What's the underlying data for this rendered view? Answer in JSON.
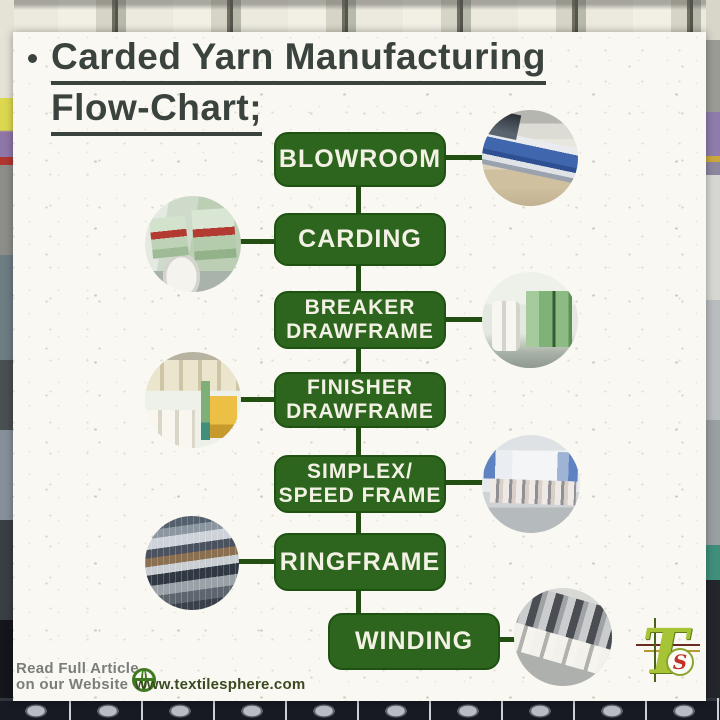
{
  "header": {
    "bullet": "•",
    "title_line1": "Carded Yarn Manufacturing",
    "title_line2": "Flow-Chart;"
  },
  "flowchart": {
    "steps": [
      {
        "id": "blowroom",
        "label": "BLOWROOM",
        "photo_side": "right",
        "photo": "blowroom-machine-photo"
      },
      {
        "id": "carding",
        "label": "CARDING",
        "photo_side": "left",
        "photo": "carding-machine-photo"
      },
      {
        "id": "breaker-drawframe",
        "label": "BREAKER\nDRAWFRAME",
        "photo_side": "right",
        "photo": "breaker-drawframe-machine-photo"
      },
      {
        "id": "finisher-drawframe",
        "label": "FINISHER\nDRAWFRAME",
        "photo_side": "left",
        "photo": "finisher-drawframe-machine-photo"
      },
      {
        "id": "simplex-speed-frame",
        "label": "SIMPLEX/\nSPEED FRAME",
        "photo_side": "right",
        "photo": "simplex-speed-frame-machine-photo"
      },
      {
        "id": "ringframe",
        "label": "RINGFRAME",
        "photo_side": "left",
        "photo": "ringframe-machine-photo"
      },
      {
        "id": "winding",
        "label": "WINDING",
        "photo_side": "right",
        "photo": "winding-machine-photo"
      }
    ]
  },
  "footer": {
    "read_more_line1": "Read Full Article",
    "read_more_line2": "on  our Website",
    "website": "www.textilesphere.com",
    "globe_icon": "globe-icon",
    "logo_letter": "T",
    "logo_s": "S"
  },
  "colors": {
    "box_green": "#2d651e",
    "box_border": "#1e5212",
    "connector_green": "#234f12",
    "title_text": "#3b433f",
    "website_text": "#3a4a22",
    "footer_gray": "#7a7d7a",
    "logo_green": "#a7c437",
    "logo_red": "#c2302a",
    "flyer_bg": "#f9f8f2"
  }
}
